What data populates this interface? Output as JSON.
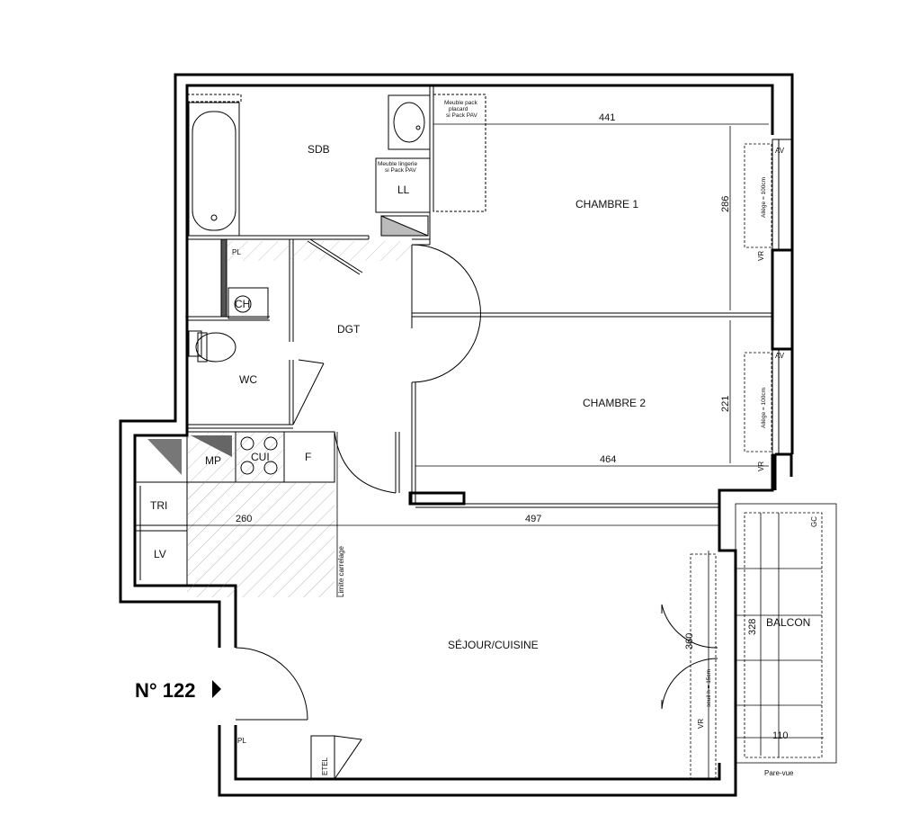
{
  "plan": {
    "unit_number": "N° 122",
    "rooms": {
      "sdb": "SDB",
      "chambre1": "CHAMBRE 1",
      "chambre2": "CHAMBRE 2",
      "dgt": "DGT",
      "wc": "WC",
      "sejour": "SÉJOUR/CUISINE",
      "balcon": "BALCON"
    },
    "fixtures": {
      "ll": "LL",
      "pl_top": "PL",
      "pl_bottom": "PL",
      "ch": "CH",
      "mp": "MP",
      "cui": "CUI",
      "f": "F",
      "tri": "TRI",
      "lv": "LV",
      "etel": "ETEL",
      "av1": "AV",
      "av2": "AV",
      "vr1": "VR",
      "vr2": "VR",
      "vr3": "VR",
      "gc": "GC"
    },
    "dimensions": {
      "d441": "441",
      "d286": "286",
      "d221": "221",
      "d464": "464",
      "d497": "497",
      "d260": "260",
      "d360": "360",
      "d328": "328",
      "d110": "110"
    },
    "notes": {
      "meuble_pack_1": "Meuble pack",
      "meuble_pack_2": "placard",
      "meuble_pack_3": "si Pack PAV",
      "meuble_lingerie_1": "Meuble lingerie",
      "meuble_lingerie_2": "si Pack PAV",
      "allege1": "Allège = 100cm",
      "allege2": "Allège = 100cm",
      "limite_carrelage": "Limite carrelage",
      "seuil": "seuil h = 15cm",
      "pare_vue": "Pare-vue"
    }
  }
}
